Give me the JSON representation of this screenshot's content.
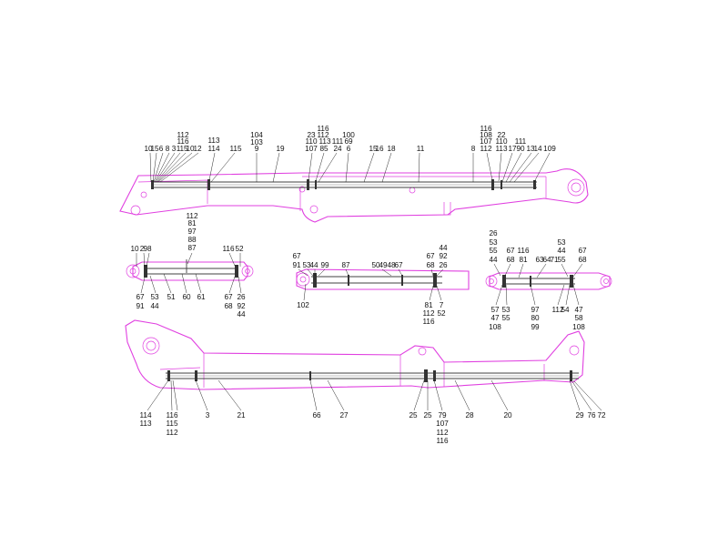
{
  "top_boom": {
    "labels": [
      "10",
      "15",
      "6",
      "8",
      "3",
      "1",
      "15",
      "10",
      "12",
      "112",
      "116",
      "113",
      "114",
      "115",
      "104",
      "103",
      "9",
      "19",
      "116",
      "112",
      "23",
      "110",
      "107",
      "113",
      "85",
      "111",
      "24",
      "100",
      "69",
      "6",
      "15",
      "16",
      "18",
      "11",
      "116",
      "108",
      "107",
      "8",
      "112",
      "22",
      "110",
      "113",
      "17",
      "111",
      "90",
      "13",
      "14",
      "109"
    ]
  },
  "cylinder_left": {
    "labels": [
      "10",
      "2",
      "98",
      "112",
      "81",
      "97",
      "88",
      "87",
      "116",
      "52",
      "67",
      "91",
      "53",
      "44",
      "51",
      "60",
      "61",
      "67",
      "68",
      "26",
      "92",
      "44"
    ]
  },
  "cylinder_middle": {
    "labels": [
      "67",
      "91",
      "53",
      "44",
      "99",
      "87",
      "50",
      "49",
      "48",
      "67",
      "44",
      "92",
      "67",
      "68",
      "26",
      "102",
      "81",
      "112",
      "116",
      "7",
      "52"
    ]
  },
  "cylinder_right": {
    "labels": [
      "26",
      "53",
      "55",
      "44",
      "67",
      "68",
      "116",
      "81",
      "63",
      "64",
      "71",
      "53",
      "44",
      "55",
      "67",
      "68",
      "57",
      "47",
      "108",
      "53",
      "55",
      "97",
      "80",
      "99",
      "112",
      "54",
      "47",
      "58",
      "108"
    ]
  },
  "bottom_boom": {
    "labels": [
      "114",
      "113",
      "116",
      "115",
      "112",
      "3",
      "21",
      "66",
      "27",
      "25",
      "25",
      "79",
      "107",
      "112",
      "116",
      "28",
      "20",
      "29",
      "76",
      "72"
    ]
  }
}
